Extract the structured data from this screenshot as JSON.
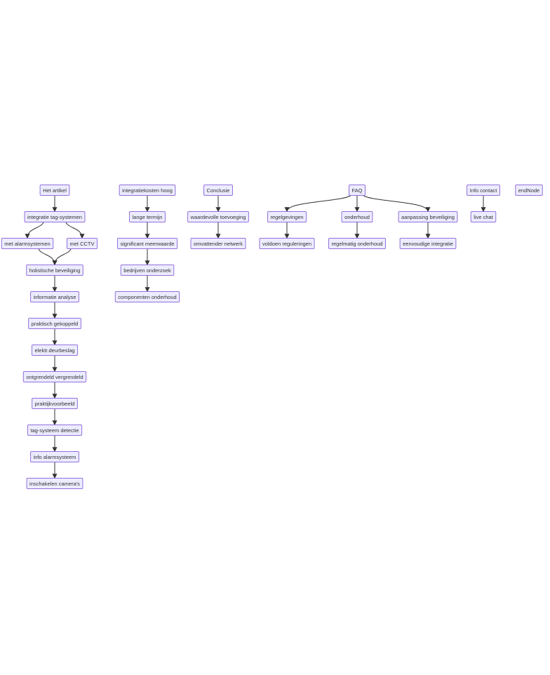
{
  "nodes": [
    {
      "id": "n1",
      "label": "Het artikel"
    },
    {
      "id": "n2",
      "label": "integratie tag-systemen"
    },
    {
      "id": "n3",
      "label": "met alarmsystemen"
    },
    {
      "id": "n4",
      "label": "met CCTV"
    },
    {
      "id": "n5",
      "label": "holistische beveiliging"
    },
    {
      "id": "n6",
      "label": "informatie analyse"
    },
    {
      "id": "n7",
      "label": "praktisch gekoppeld"
    },
    {
      "id": "n8",
      "label": "elektr.deurbeslag"
    },
    {
      "id": "n9",
      "label": "ontgrendeld vergrendeld"
    },
    {
      "id": "n10",
      "label": "praktijkvoorbeeld"
    },
    {
      "id": "n11",
      "label": "tag-systeem detectie"
    },
    {
      "id": "n12",
      "label": "info alarmsysteem"
    },
    {
      "id": "n13",
      "label": "inschakelen camera's"
    },
    {
      "id": "n14",
      "label": "integratiekosten hoog"
    },
    {
      "id": "n15",
      "label": "lange termijn"
    },
    {
      "id": "n16",
      "label": "significant meerwaarde"
    },
    {
      "id": "n17",
      "label": "bedrijven onderzoek"
    },
    {
      "id": "n18",
      "label": "componenten onderhoud"
    },
    {
      "id": "n19",
      "label": "Conclusie"
    },
    {
      "id": "n20",
      "label": "waardevolle toevoeging"
    },
    {
      "id": "n21",
      "label": "omvattender netwerk"
    },
    {
      "id": "n22",
      "label": "FAQ"
    },
    {
      "id": "n23",
      "label": "regelgevingen"
    },
    {
      "id": "n24",
      "label": "onderhoud"
    },
    {
      "id": "n25",
      "label": "aanpassing beveiliging"
    },
    {
      "id": "n26",
      "label": "voldoen reguleringen"
    },
    {
      "id": "n27",
      "label": "regelmatig onderhoud"
    },
    {
      "id": "n28",
      "label": "eenvoudige integratie"
    },
    {
      "id": "n29",
      "label": "Info contact"
    },
    {
      "id": "n30",
      "label": "live chat"
    },
    {
      "id": "n31",
      "label": "endNode"
    }
  ],
  "edges": [
    [
      "n1",
      "n2"
    ],
    [
      "n2",
      "n3"
    ],
    [
      "n2",
      "n4"
    ],
    [
      "n3",
      "n5"
    ],
    [
      "n4",
      "n5"
    ],
    [
      "n5",
      "n6"
    ],
    [
      "n6",
      "n7"
    ],
    [
      "n7",
      "n8"
    ],
    [
      "n8",
      "n9"
    ],
    [
      "n9",
      "n10"
    ],
    [
      "n10",
      "n11"
    ],
    [
      "n11",
      "n12"
    ],
    [
      "n12",
      "n13"
    ],
    [
      "n14",
      "n15"
    ],
    [
      "n15",
      "n16"
    ],
    [
      "n16",
      "n17"
    ],
    [
      "n17",
      "n18"
    ],
    [
      "n19",
      "n20"
    ],
    [
      "n20",
      "n21"
    ],
    [
      "n22",
      "n23"
    ],
    [
      "n22",
      "n24"
    ],
    [
      "n22",
      "n25"
    ],
    [
      "n23",
      "n26"
    ],
    [
      "n24",
      "n27"
    ],
    [
      "n25",
      "n28"
    ],
    [
      "n29",
      "n30"
    ]
  ],
  "colors": {
    "node_fill": "#ececff",
    "node_stroke": "#9370db",
    "edge": "#333333",
    "text": "#333333"
  }
}
